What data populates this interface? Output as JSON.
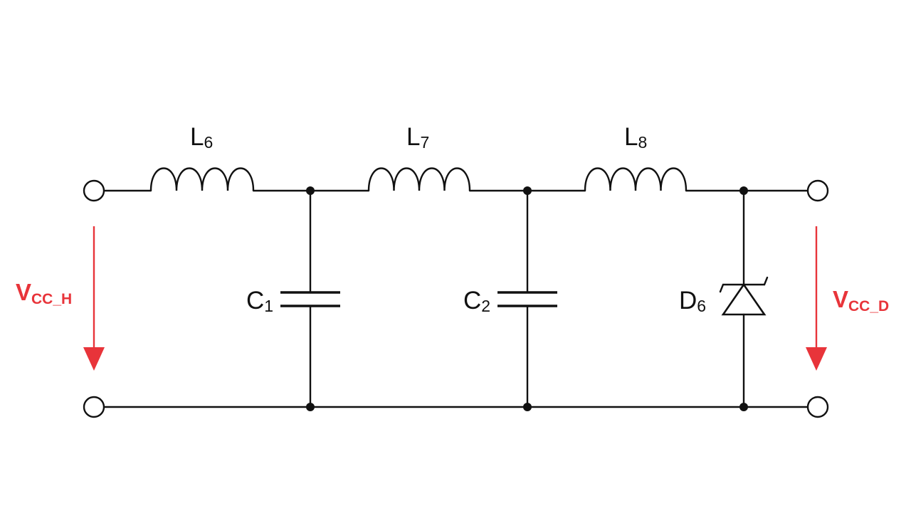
{
  "components": {
    "L6": {
      "letter": "L",
      "index": "6"
    },
    "L7": {
      "letter": "L",
      "index": "7"
    },
    "L8": {
      "letter": "L",
      "index": "8"
    },
    "C1": {
      "letter": "C",
      "index": "1"
    },
    "C2": {
      "letter": "C",
      "index": "2"
    },
    "D6": {
      "letter": "D",
      "index": "6"
    }
  },
  "voltages": {
    "input": {
      "letter": "V",
      "subscript": "CC_H"
    },
    "output": {
      "letter": "V",
      "subscript": "CC_D"
    }
  },
  "colors": {
    "wire": "#111111",
    "voltage_arrow": "#e8343a"
  }
}
